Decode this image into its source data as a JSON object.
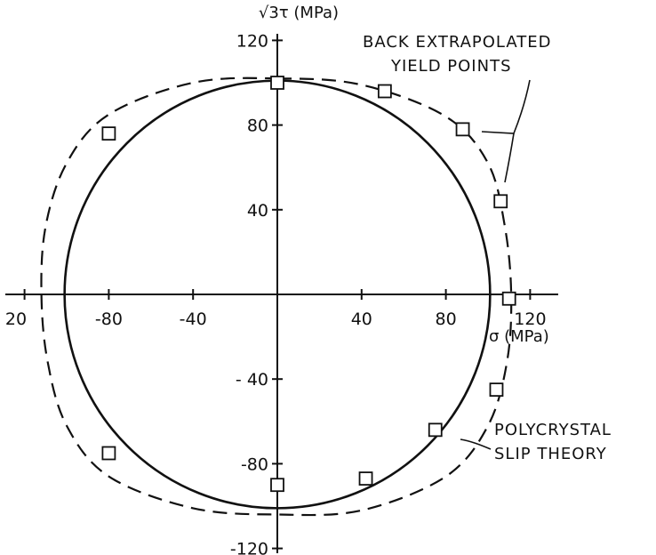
{
  "colors": {
    "ink": "#111111",
    "paper": "#ffffff"
  },
  "chart_data": {
    "type": "scatter",
    "title": "",
    "xlabel": "σ (MPa)",
    "ylabel": "√3τ (MPa)",
    "xlim": [
      -120,
      120
    ],
    "ylim": [
      -120,
      120
    ],
    "grid": false,
    "x_ticks": [
      {
        "value": -120,
        "label": "20"
      },
      {
        "value": -80,
        "label": "-80"
      },
      {
        "value": -40,
        "label": "-40"
      },
      {
        "value": 40,
        "label": "40"
      },
      {
        "value": 80,
        "label": "80"
      },
      {
        "value": 120,
        "label": "120"
      }
    ],
    "y_ticks": [
      {
        "value": 120,
        "label": "120"
      },
      {
        "value": 80,
        "label": "80"
      },
      {
        "value": 40,
        "label": "40"
      },
      {
        "value": -40,
        "label": "- 40"
      },
      {
        "value": -80,
        "label": "-80"
      },
      {
        "value": -120,
        "label": "-120"
      }
    ],
    "series": [
      {
        "name": "",
        "kind": "markers",
        "marker": "open-square",
        "points": [
          {
            "x": 0,
            "y": 100
          },
          {
            "x": 51,
            "y": 96
          },
          {
            "x": 88,
            "y": 78
          },
          {
            "x": 106,
            "y": 44
          },
          {
            "x": 110,
            "y": -2
          },
          {
            "x": 104,
            "y": -45
          },
          {
            "x": 75,
            "y": -64
          },
          {
            "x": 42,
            "y": -87
          },
          {
            "x": 0,
            "y": -90
          },
          {
            "x": -80,
            "y": -75
          },
          {
            "x": -80,
            "y": 76
          }
        ]
      },
      {
        "name": "",
        "kind": "curve",
        "style": "solid",
        "shape": "circle",
        "radius": 101
      },
      {
        "name": "",
        "kind": "curve",
        "style": "dashed",
        "shape": "yield-locus",
        "points": [
          {
            "x": 0,
            "y": 102
          },
          {
            "x": 40,
            "y": 99
          },
          {
            "x": 80,
            "y": 84
          },
          {
            "x": 100,
            "y": 62
          },
          {
            "x": 108,
            "y": 32
          },
          {
            "x": 111,
            "y": 0
          },
          {
            "x": 109,
            "y": -32
          },
          {
            "x": 100,
            "y": -62
          },
          {
            "x": 80,
            "y": -86
          },
          {
            "x": 40,
            "y": -102
          },
          {
            "x": 0,
            "y": -104
          },
          {
            "x": -40,
            "y": -101
          },
          {
            "x": -80,
            "y": -86
          },
          {
            "x": -100,
            "y": -62
          },
          {
            "x": -109,
            "y": -32
          },
          {
            "x": -112,
            "y": 0
          },
          {
            "x": -110,
            "y": 32
          },
          {
            "x": -100,
            "y": 62
          },
          {
            "x": -80,
            "y": 85
          },
          {
            "x": -40,
            "y": 100
          }
        ]
      }
    ],
    "annotations": [
      {
        "id": "back-extrapolated",
        "lines": [
          "BACK EXTRAPOLATED",
          "YIELD POINTS"
        ]
      },
      {
        "id": "polycrystal",
        "lines": [
          "POLYCRYSTAL",
          "SLIP   THEORY"
        ]
      }
    ]
  }
}
